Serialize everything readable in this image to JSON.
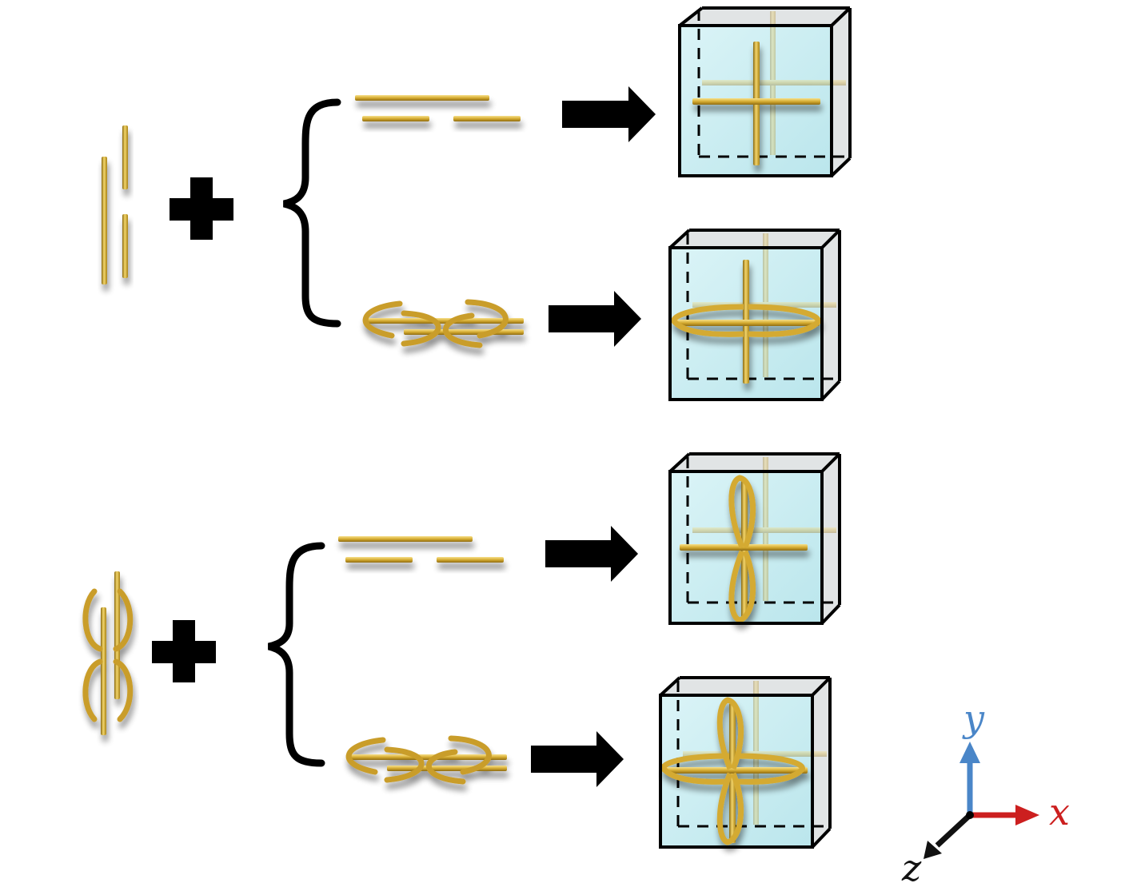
{
  "colors": {
    "gold": "#d9b23c",
    "gold_dark": "#9a7618",
    "gold_light": "#f6e08a",
    "cube_fill": "#bfe9ee",
    "cube_side": "#d4d8da",
    "x_axis": "#cc1f1f",
    "y_axis": "#4a86c8",
    "z_axis": "#111111",
    "arrow": "#000000"
  },
  "axes": {
    "x_label": "x",
    "y_label": "y",
    "z_label": "z"
  },
  "rows": [
    {
      "base": "straight-bars",
      "partner": "straight-bars",
      "result": "straight-cross"
    },
    {
      "base": "straight-bars",
      "partner": "curved-split-ring-bars",
      "result": "cross-with-x-arcs"
    },
    {
      "base": "curved-split-ring-bars",
      "partner": "straight-bars",
      "result": "cross-with-y-arcs"
    },
    {
      "base": "curved-split-ring-bars",
      "partner": "curved-split-ring-bars",
      "result": "cross-with-xy-arcs"
    }
  ],
  "icons": [
    "plus-icon",
    "curly-brace-icon",
    "right-arrow-icon",
    "cube-icon",
    "axis-triad-icon"
  ]
}
